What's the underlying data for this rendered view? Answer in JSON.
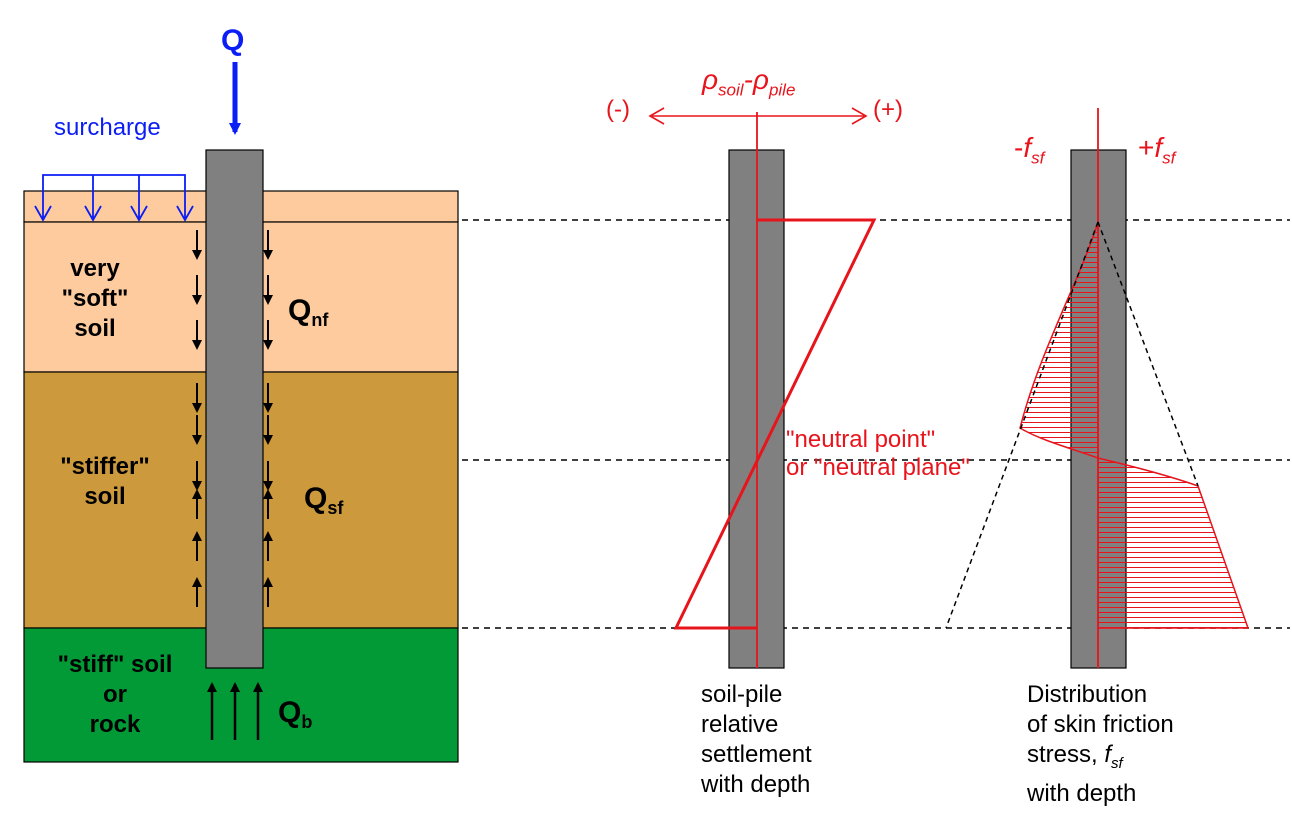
{
  "colors": {
    "soft_soil": "#fdcb9d",
    "stiffer_soil": "#cc9a3d",
    "stiff_soil": "#019a37",
    "pile": "#808080",
    "load": "#0a1ef5",
    "annotation": "#e8141c"
  },
  "load": {
    "label": "Q"
  },
  "surcharge": {
    "label": "surcharge"
  },
  "layers": {
    "soft": [
      "very",
      "\"soft\"",
      "soil"
    ],
    "stiffer": [
      "\"stiffer\"",
      "soil"
    ],
    "stiff": [
      "\"stiff\" soil",
      "or",
      "rock"
    ]
  },
  "forces": {
    "negative_friction": {
      "main": "Q",
      "sub": "nf"
    },
    "positive_friction": {
      "main": "Q",
      "sub": "sf"
    },
    "base": {
      "main": "Q",
      "sub": "b"
    }
  },
  "settlement_plot": {
    "header": {
      "rho": "ρ",
      "soil_sub": "soil",
      "dash": "-",
      "pile_sub": "pile"
    },
    "negative_label": "(-)",
    "positive_label": "(+)",
    "neutral_line1": "\"neutral point\"",
    "neutral_line2": "or \"neutral plane\"",
    "caption": [
      "soil-pile",
      "relative",
      "settlement",
      "with depth"
    ]
  },
  "friction_plot": {
    "minus_label": {
      "sign": "-",
      "f": "f",
      "sub": "sf"
    },
    "plus_label": {
      "sign": "+",
      "f": "f",
      "sub": "sf"
    },
    "caption_line1": "Distribution",
    "caption_line2": "of skin friction",
    "caption_line3_text": "stress, ",
    "caption_line3_f": "f",
    "caption_line3_sub": "sf",
    "caption_line4": "with depth"
  }
}
